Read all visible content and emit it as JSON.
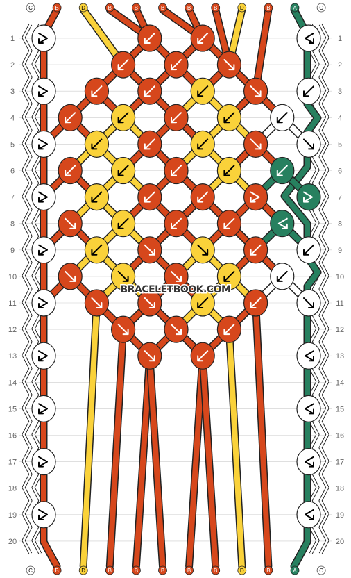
{
  "site": {
    "watermark": "BRACELETBOOK.COM"
  },
  "colors": {
    "A": "#27805f",
    "B": "#d6471c",
    "C": "#ffffff",
    "D": "#fad23a",
    "outline": "#222222",
    "background": "#ffffff",
    "grid": "#cccccc"
  },
  "strands": {
    "top": [
      "C",
      "B",
      "D",
      "B",
      "B",
      "B",
      "B",
      "B",
      "D",
      "B",
      "A",
      "C"
    ],
    "bottom": [
      "C",
      "B",
      "D",
      "B",
      "B",
      "B",
      "B",
      "B",
      "D",
      "B",
      "A",
      "C"
    ]
  },
  "row_numbers": [
    "1",
    "2",
    "3",
    "4",
    "5",
    "6",
    "7",
    "8",
    "9",
    "10",
    "11",
    "12",
    "13",
    "14",
    "15",
    "16",
    "17",
    "18",
    "19",
    "20"
  ],
  "arrow_types": {
    "f": "forward knot",
    "b": "backward knot",
    "fb": "forward-backward knot",
    "bf": "backward-forward knot"
  },
  "knots": [
    {
      "row": 1,
      "pos": 0,
      "color": "C",
      "type": "fb"
    },
    {
      "row": 1,
      "pos": 4,
      "color": "B",
      "type": "b"
    },
    {
      "row": 1,
      "pos": 6,
      "color": "B",
      "type": "b"
    },
    {
      "row": 1,
      "pos": 10,
      "color": "C",
      "type": "bf"
    },
    {
      "row": 2,
      "pos": 3,
      "color": "B",
      "type": "b"
    },
    {
      "row": 2,
      "pos": 5,
      "color": "B",
      "type": "b"
    },
    {
      "row": 2,
      "pos": 7,
      "color": "B",
      "type": "f"
    },
    {
      "row": 3,
      "pos": 0,
      "color": "C",
      "type": "fb"
    },
    {
      "row": 3,
      "pos": 2,
      "color": "B",
      "type": "b"
    },
    {
      "row": 3,
      "pos": 4,
      "color": "B",
      "type": "b"
    },
    {
      "row": 3,
      "pos": 6,
      "color": "D",
      "type": "b"
    },
    {
      "row": 3,
      "pos": 8,
      "color": "B",
      "type": "f"
    },
    {
      "row": 3,
      "pos": 10,
      "color": "C",
      "type": "b"
    },
    {
      "row": 4,
      "pos": 1,
      "color": "B",
      "type": "b"
    },
    {
      "row": 4,
      "pos": 3,
      "color": "D",
      "type": "b"
    },
    {
      "row": 4,
      "pos": 5,
      "color": "B",
      "type": "b"
    },
    {
      "row": 4,
      "pos": 7,
      "color": "D",
      "type": "b"
    },
    {
      "row": 4,
      "pos": 9,
      "color": "C",
      "type": "b"
    },
    {
      "row": 5,
      "pos": 0,
      "color": "C",
      "type": "fb"
    },
    {
      "row": 5,
      "pos": 2,
      "color": "D",
      "type": "b"
    },
    {
      "row": 5,
      "pos": 4,
      "color": "B",
      "type": "b"
    },
    {
      "row": 5,
      "pos": 6,
      "color": "D",
      "type": "b"
    },
    {
      "row": 5,
      "pos": 8,
      "color": "B",
      "type": "f"
    },
    {
      "row": 5,
      "pos": 10,
      "color": "C",
      "type": "f"
    },
    {
      "row": 6,
      "pos": 1,
      "color": "B",
      "type": "b"
    },
    {
      "row": 6,
      "pos": 3,
      "color": "D",
      "type": "b"
    },
    {
      "row": 6,
      "pos": 5,
      "color": "B",
      "type": "b"
    },
    {
      "row": 6,
      "pos": 7,
      "color": "D",
      "type": "b"
    },
    {
      "row": 6,
      "pos": 9,
      "color": "A",
      "type": "b"
    },
    {
      "row": 7,
      "pos": 0,
      "color": "C",
      "type": "fb"
    },
    {
      "row": 7,
      "pos": 2,
      "color": "D",
      "type": "b"
    },
    {
      "row": 7,
      "pos": 4,
      "color": "B",
      "type": "b"
    },
    {
      "row": 7,
      "pos": 6,
      "color": "B",
      "type": "b"
    },
    {
      "row": 7,
      "pos": 8,
      "color": "B",
      "type": "fb"
    },
    {
      "row": 7,
      "pos": 10,
      "color": "A",
      "type": "fb"
    },
    {
      "row": 8,
      "pos": 1,
      "color": "B",
      "type": "f"
    },
    {
      "row": 8,
      "pos": 3,
      "color": "D",
      "type": "b"
    },
    {
      "row": 8,
      "pos": 5,
      "color": "B",
      "type": "b"
    },
    {
      "row": 8,
      "pos": 7,
      "color": "B",
      "type": "b"
    },
    {
      "row": 8,
      "pos": 9,
      "color": "A",
      "type": "bf"
    },
    {
      "row": 9,
      "pos": 0,
      "color": "C",
      "type": "fb"
    },
    {
      "row": 9,
      "pos": 2,
      "color": "D",
      "type": "b"
    },
    {
      "row": 9,
      "pos": 4,
      "color": "B",
      "type": "f"
    },
    {
      "row": 9,
      "pos": 6,
      "color": "D",
      "type": "f"
    },
    {
      "row": 9,
      "pos": 8,
      "color": "B",
      "type": "b"
    },
    {
      "row": 9,
      "pos": 10,
      "color": "C",
      "type": "b"
    },
    {
      "row": 10,
      "pos": 1,
      "color": "B",
      "type": "f"
    },
    {
      "row": 10,
      "pos": 3,
      "color": "D",
      "type": "f"
    },
    {
      "row": 10,
      "pos": 5,
      "color": "B",
      "type": "f"
    },
    {
      "row": 10,
      "pos": 7,
      "color": "D",
      "type": "b"
    },
    {
      "row": 10,
      "pos": 9,
      "color": "C",
      "type": "b"
    },
    {
      "row": 11,
      "pos": 0,
      "color": "C",
      "type": "fb"
    },
    {
      "row": 11,
      "pos": 2,
      "color": "B",
      "type": "f"
    },
    {
      "row": 11,
      "pos": 4,
      "color": "B",
      "type": "f"
    },
    {
      "row": 11,
      "pos": 6,
      "color": "D",
      "type": "b"
    },
    {
      "row": 11,
      "pos": 8,
      "color": "B",
      "type": "b"
    },
    {
      "row": 11,
      "pos": 10,
      "color": "C",
      "type": "f"
    },
    {
      "row": 12,
      "pos": 3,
      "color": "B",
      "type": "f"
    },
    {
      "row": 12,
      "pos": 5,
      "color": "B",
      "type": "f"
    },
    {
      "row": 12,
      "pos": 7,
      "color": "B",
      "type": "b"
    },
    {
      "row": 13,
      "pos": 0,
      "color": "C",
      "type": "fb"
    },
    {
      "row": 13,
      "pos": 4,
      "color": "B",
      "type": "f"
    },
    {
      "row": 13,
      "pos": 6,
      "color": "B",
      "type": "b"
    },
    {
      "row": 13,
      "pos": 10,
      "color": "C",
      "type": "bf"
    },
    {
      "row": 15,
      "pos": 0,
      "color": "C",
      "type": "fb"
    },
    {
      "row": 15,
      "pos": 10,
      "color": "C",
      "type": "bf"
    },
    {
      "row": 17,
      "pos": 0,
      "color": "C",
      "type": "fb"
    },
    {
      "row": 17,
      "pos": 10,
      "color": "C",
      "type": "bf"
    },
    {
      "row": 19,
      "pos": 0,
      "color": "C",
      "type": "fb"
    },
    {
      "row": 19,
      "pos": 10,
      "color": "C",
      "type": "bf"
    }
  ]
}
